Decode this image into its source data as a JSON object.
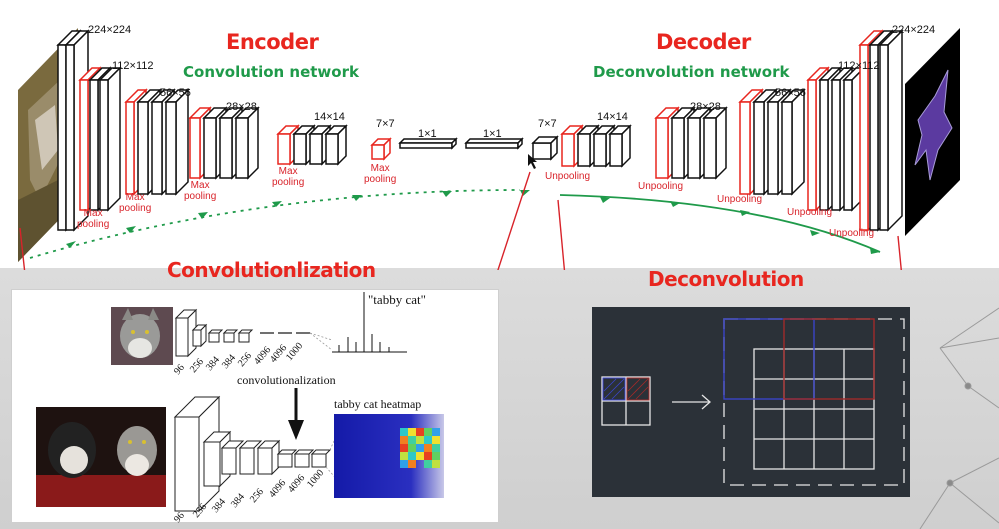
{
  "top": {
    "encoder_title": "Encoder",
    "encoder_subtitle": "Convolution network",
    "decoder_title": "Decoder",
    "decoder_subtitle": "Deconvolution network",
    "enc_dims": [
      "224×224",
      "112×112",
      "56×56",
      "28×28",
      "14×14",
      "7×7",
      "1×1",
      "1×1"
    ],
    "dec_dims": [
      "7×7",
      "14×14",
      "28×28",
      "56×56",
      "112×112",
      "224×224"
    ],
    "pool_label": "Max\npooling",
    "unpool_label": "Unpooling"
  },
  "convolutionalization": {
    "title": "Convolutionlization",
    "label_tabby": "\"tabby cat\"",
    "label_convolutionalization": "convolutionalization",
    "label_heatmap": "tabby cat heatmap",
    "top_numbers": [
      "96",
      "256",
      "384",
      "384",
      "256",
      "4096",
      "4096",
      "1000"
    ],
    "bottom_numbers": [
      "96",
      "256",
      "384",
      "384",
      "256",
      "4096",
      "4096",
      "1000"
    ]
  },
  "deconvolution": {
    "title": "Deconvolution"
  },
  "colors": {
    "red": "#e8261f",
    "green": "#1f9a4a",
    "panel_dark": "#2b3138",
    "heatmap_blue": "#1a1fb0"
  }
}
